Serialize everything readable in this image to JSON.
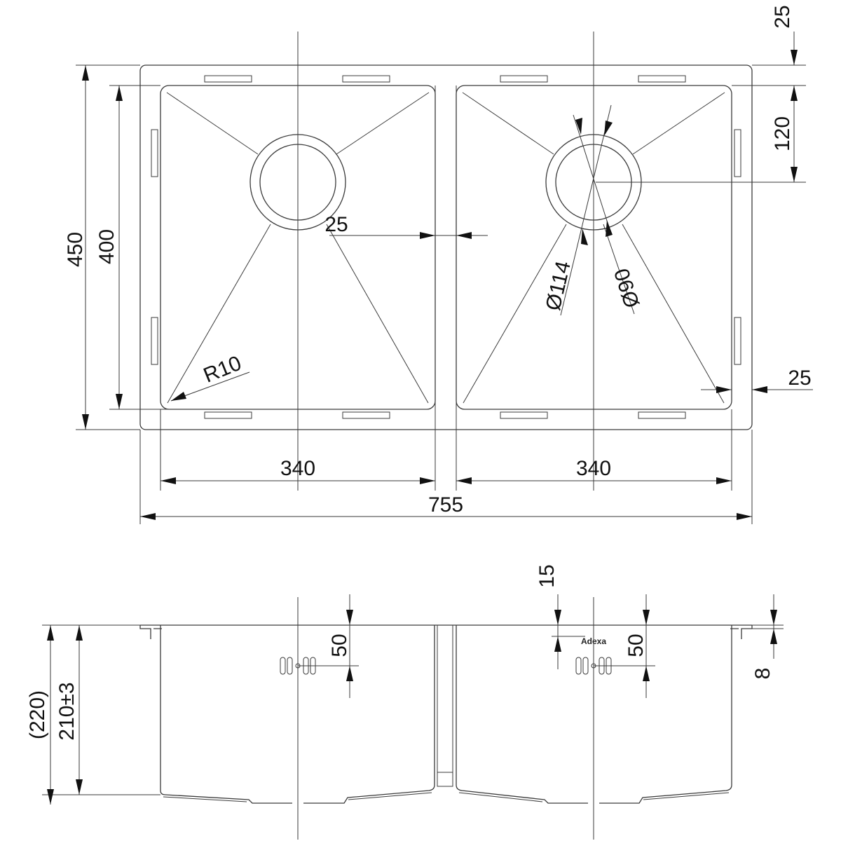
{
  "top_view": {
    "dims": {
      "overall_width": "755",
      "left_bowl_width": "340",
      "right_bowl_width": "340",
      "overall_depth": "450",
      "bowl_depth": "400",
      "divider_gap": "25",
      "rim_offset_top": "25",
      "drain_center_offset": "120",
      "rim_offset_side": "25",
      "corner_radius": "R10",
      "drain_outer_diameter": "Ø114",
      "drain_inner_diameter": "Ø90"
    }
  },
  "side_view": {
    "brand": "Adexa",
    "dims": {
      "overall_height": "(220)",
      "bowl_height": "210±3",
      "overflow_height_left": "50",
      "overflow_height_right": "50",
      "flange_offset": "15",
      "flange_thickness": "8"
    }
  }
}
